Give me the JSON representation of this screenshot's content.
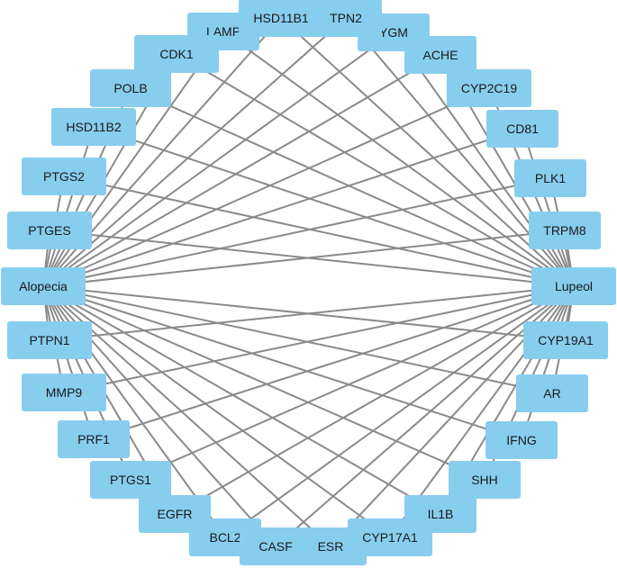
{
  "network": {
    "center_left": "Alopecia",
    "center_right": "Lupeol",
    "targets": [
      "HSD11B1",
      "TPN2",
      "YGM",
      "ACHE",
      "CYP2C19",
      "CD81",
      "PLK1",
      "TRPM8",
      "CYP19A1",
      "AR",
      "IFNG",
      "SHH",
      "IL1B",
      "CYP17A1",
      "ESR",
      "CASF",
      "BCL2",
      "EGFR",
      "PTGS1",
      "PRF1",
      "MMP9",
      "PTPN1",
      "PTGES",
      "PTGS2",
      "HSD11B2",
      "POLB",
      "CDK1",
      "LAMP"
    ],
    "node_color": "#87cdee",
    "edge_color": "#8a8a8a",
    "label_color": "#1a1a1a"
  }
}
